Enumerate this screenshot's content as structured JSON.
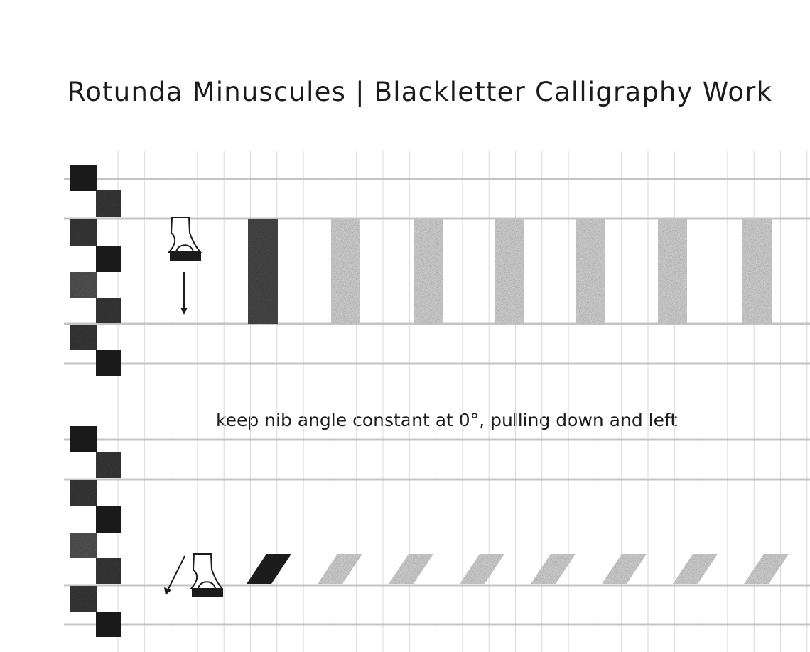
{
  "title": "Rotunda Minuscules | Blackletter Calligraphy Work",
  "instruction": "keep nib angle constant at 0°, pulling down and left",
  "colors": {
    "ink": "#1b1b1b",
    "guide_line": "#c4c4c4",
    "grid_line": "#d9d9d9",
    "stroke_dark": "#3e3e3e",
    "stroke_trace": "#dadada",
    "nib_square": "#1e1e1e"
  },
  "icons": [
    "nib-pen-icon",
    "arrow-down-icon",
    "arrow-down-left-icon"
  ],
  "exercises": [
    {
      "name": "vertical-stroke",
      "trace_count": 6
    },
    {
      "name": "diagonal-stroke",
      "trace_count": 7
    }
  ]
}
